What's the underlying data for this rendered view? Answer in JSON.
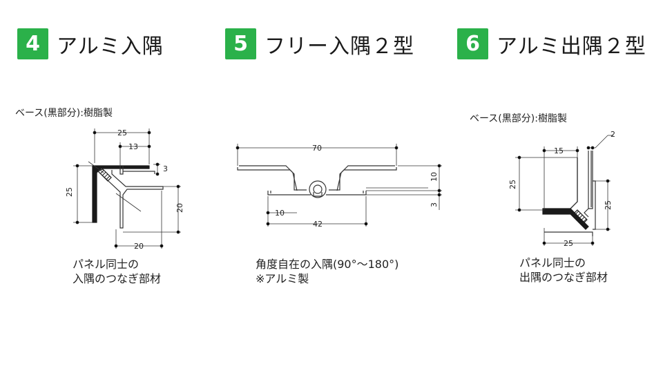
{
  "items": [
    {
      "number": "4",
      "title": "アルミ入隅",
      "note": "ベース(黒部分):樹脂製",
      "caption_lines": [
        "パネル同士の",
        "入隅のつなぎ部材"
      ]
    },
    {
      "number": "5",
      "title": "フリー入隅２型",
      "caption_lines": [
        "角度自在の入隅(90°〜180°)",
        "※アルミ製"
      ]
    },
    {
      "number": "6",
      "title": "アルミ出隅２型",
      "note": "ベース(黒部分):樹脂製",
      "caption_lines": [
        "パネル同士の",
        "出隅のつなぎ部材"
      ]
    }
  ],
  "dimensions": {
    "d4": {
      "top": "25",
      "inner": "13",
      "lip": "3",
      "left": "25",
      "right": "20",
      "bottom": "20"
    },
    "d5": {
      "top": "70",
      "height": "10",
      "lower": "3",
      "gap": "10",
      "bottom": "42"
    },
    "d6": {
      "thick": "2",
      "top": "15",
      "left": "25",
      "right": "25",
      "bottom": "25"
    }
  },
  "colors": {
    "badge": "#2bb14a",
    "base_black": "#1a1a1a"
  }
}
